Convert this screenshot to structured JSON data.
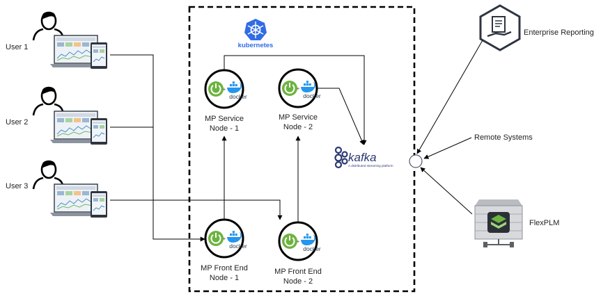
{
  "users": [
    {
      "label": "User 1",
      "icon": "user-icon"
    },
    {
      "label": "User 2",
      "icon": "user-icon"
    },
    {
      "label": "User 3",
      "icon": "user-icon"
    }
  ],
  "cluster": {
    "platform_label": "kubernetes",
    "border": "dashed"
  },
  "nodes": [
    {
      "line1": "MP Service",
      "line2": "Node - 1"
    },
    {
      "line1": "MP Service",
      "line2": "Node - 2"
    },
    {
      "line1": "MP Front End",
      "line2": "Node - 1"
    },
    {
      "line1": "MP Front End",
      "line2": "Node - 2"
    }
  ],
  "node_badges": {
    "framework_icon": "spring-icon",
    "container_word": "docker"
  },
  "kafka": {
    "word": "kafka",
    "tagline": "A distributed streaming platform"
  },
  "external_systems": [
    {
      "label": "Enterprise Reporting",
      "icon": "report-icon"
    },
    {
      "label": "Remote Systems",
      "icon": "none"
    },
    {
      "label": "FlexPLM",
      "icon": "server-icon"
    }
  ],
  "colors": {
    "spring_green": "#6db33f",
    "docker_blue": "#2496ed",
    "kubernetes_blue": "#326ce5",
    "kafka_navy": "#2c3a72",
    "line": "#000000"
  }
}
